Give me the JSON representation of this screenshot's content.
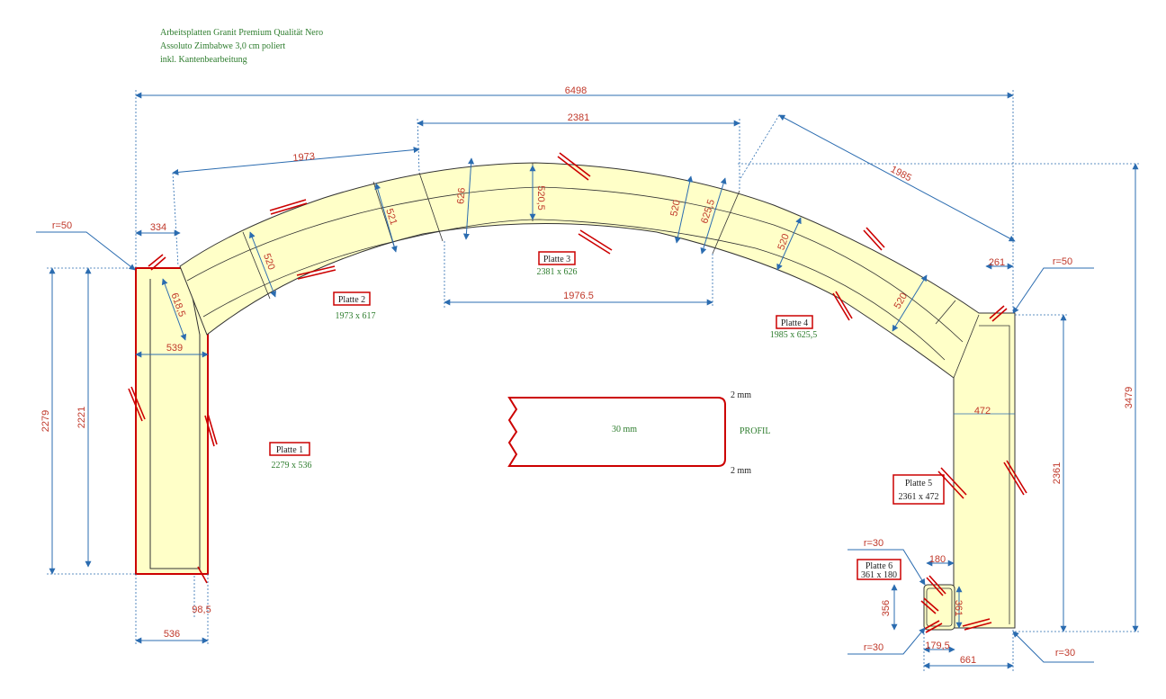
{
  "header": {
    "line1": "Arbeitsplatten Granit Premium Qualität Nero",
    "line2": "Assoluto Zimbabwe 3,0 cm poliert",
    "line3": "inkl. Kantenbearbeitung"
  },
  "colors": {
    "slab_fill": "#ffffc8",
    "slab_outline": "#333333",
    "highlight": "#cc0000",
    "dimension_line": "#2b6cb0",
    "dimension_text": "#c0392b",
    "note_text": "#2e7d2e"
  },
  "plates": [
    {
      "id": "p1",
      "label": "Platte 1",
      "size": "2279 x 536"
    },
    {
      "id": "p2",
      "label": "Platte 2",
      "size": "1973 x 617"
    },
    {
      "id": "p3",
      "label": "Platte 3",
      "size": "2381 x 626"
    },
    {
      "id": "p4",
      "label": "Platte 4",
      "size": "1985 x 625,5"
    },
    {
      "id": "p5",
      "label": "Platte 5",
      "size": "2361 x 472"
    },
    {
      "id": "p6",
      "label": "Platte 6",
      "size": "361 x 180"
    }
  ],
  "profile": {
    "thickness": "30 mm",
    "top_edge": "2 mm",
    "bottom_edge": "2 mm",
    "label": "PROFIL"
  },
  "dimensions": {
    "overall_width": "6498",
    "overall_height": "3479",
    "p1_length_outer": "2279",
    "p1_length_inner": "2221",
    "p1_width": "536",
    "p1_inner_width": "539",
    "p1_offset": "334",
    "p1_diag": "618,5",
    "p1_small": "98,5",
    "p2_length": "1973",
    "p2_w1": "520",
    "p2_w2": "521",
    "p3_length": "2381",
    "p3_inner": "1976.5",
    "p3_w1": "626",
    "p3_w2": "520,5",
    "p3_w3": "520",
    "p3_w4": "625,5",
    "p4_length": "1985",
    "p4_w1": "520",
    "p4_w2": "520",
    "p5_length": "2361",
    "p5_width": "472",
    "p5_top": "261",
    "p6_width": "180",
    "p6_height": "356",
    "p6_inner_height": "361",
    "p6_bottom": "179,5",
    "p6_total": "661",
    "r_top_left": "r=50",
    "r_top_right": "r=50",
    "r_p6_top": "r=30",
    "r_p6_bottom": "r=30",
    "r_bottom_right": "r=30"
  }
}
